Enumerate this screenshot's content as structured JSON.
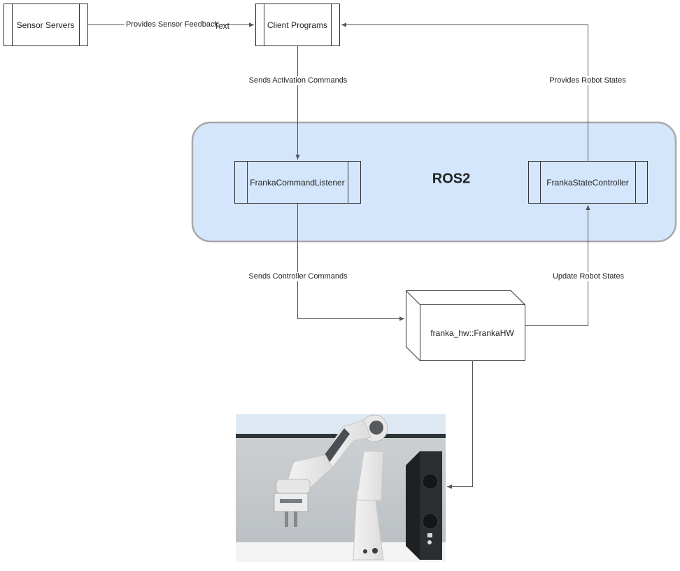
{
  "nodes": {
    "sensor_servers": "Sensor Servers",
    "client_programs": "Client Programs",
    "franka_command_listener": "FrankaCommandListener",
    "franka_state_controller": "FrankaStateController",
    "ros2_container": "ROS2",
    "franka_hw": "franka_hw::FrankaHW"
  },
  "edges": {
    "provides_sensor_feedback": "Provides Sensor Feedback",
    "sends_activation_commands": "Sends Activation Commands",
    "provides_robot_states": "Provides Robot States",
    "sends_controller_commands": "Sends Controller Commands",
    "update_robot_states": "Update Robot States"
  },
  "stray_text": "Text",
  "colors": {
    "ros2_fill": "#d4e6fc",
    "ros2_stroke": "#a8a8a8",
    "line": "#555555",
    "box_stroke": "#333333"
  },
  "image": {
    "subject": "franka-robot-arm-photo"
  }
}
